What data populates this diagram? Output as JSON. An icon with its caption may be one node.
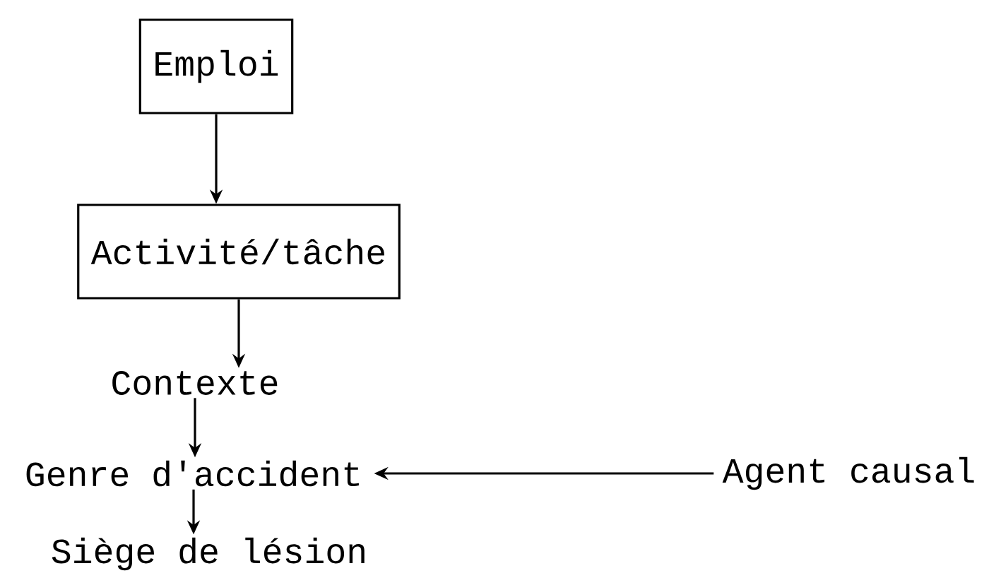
{
  "diagram": {
    "nodes": [
      {
        "text": [
          "Emploi"
        ]
      },
      {
        "text": [
          "Activité/tâche"
        ]
      },
      {
        "text": [
          "Contexte"
        ]
      },
      {
        "text": [
          "Genre d'accident"
        ]
      },
      {
        "text": [
          "Siège de lésion"
        ]
      },
      {
        "text": [
          "Agent causal"
        ]
      }
    ],
    "edges": [
      {
        "from": 0,
        "to": 1,
        "arrow": "to"
      },
      {
        "from": 1,
        "to": 2,
        "arrow": "to"
      },
      {
        "from": 2,
        "to": 3,
        "arrow": "to"
      },
      {
        "from": 3,
        "to": 4,
        "arrow": "to"
      },
      {
        "from": 5,
        "to": 3,
        "arrow": "to"
      }
    ]
  }
}
